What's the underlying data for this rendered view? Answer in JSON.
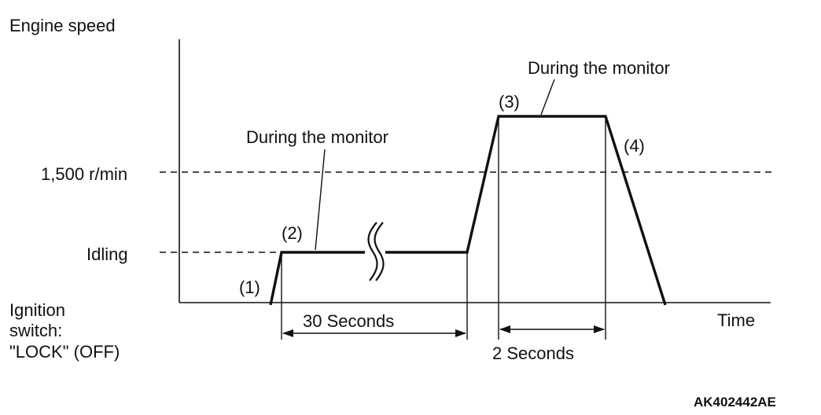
{
  "axes": {
    "y_label": "Engine speed",
    "x_label": "Time"
  },
  "levels": {
    "rpm_1500": "1,500 r/min",
    "idling": "Idling",
    "ignition_line1": "Ignition",
    "ignition_line2": "switch:",
    "ignition_line3": "\"LOCK\" (OFF)"
  },
  "points": {
    "p1": "(1)",
    "p2": "(2)",
    "p3": "(3)",
    "p4": "(4)"
  },
  "annotations": {
    "monitor_low": "During the monitor",
    "monitor_high": "During the monitor"
  },
  "durations": {
    "first": "30 Seconds",
    "second": "2 Seconds"
  },
  "figure_id": "AK402442AE",
  "colors": {
    "ink": "#111111",
    "background": "#ffffff"
  }
}
